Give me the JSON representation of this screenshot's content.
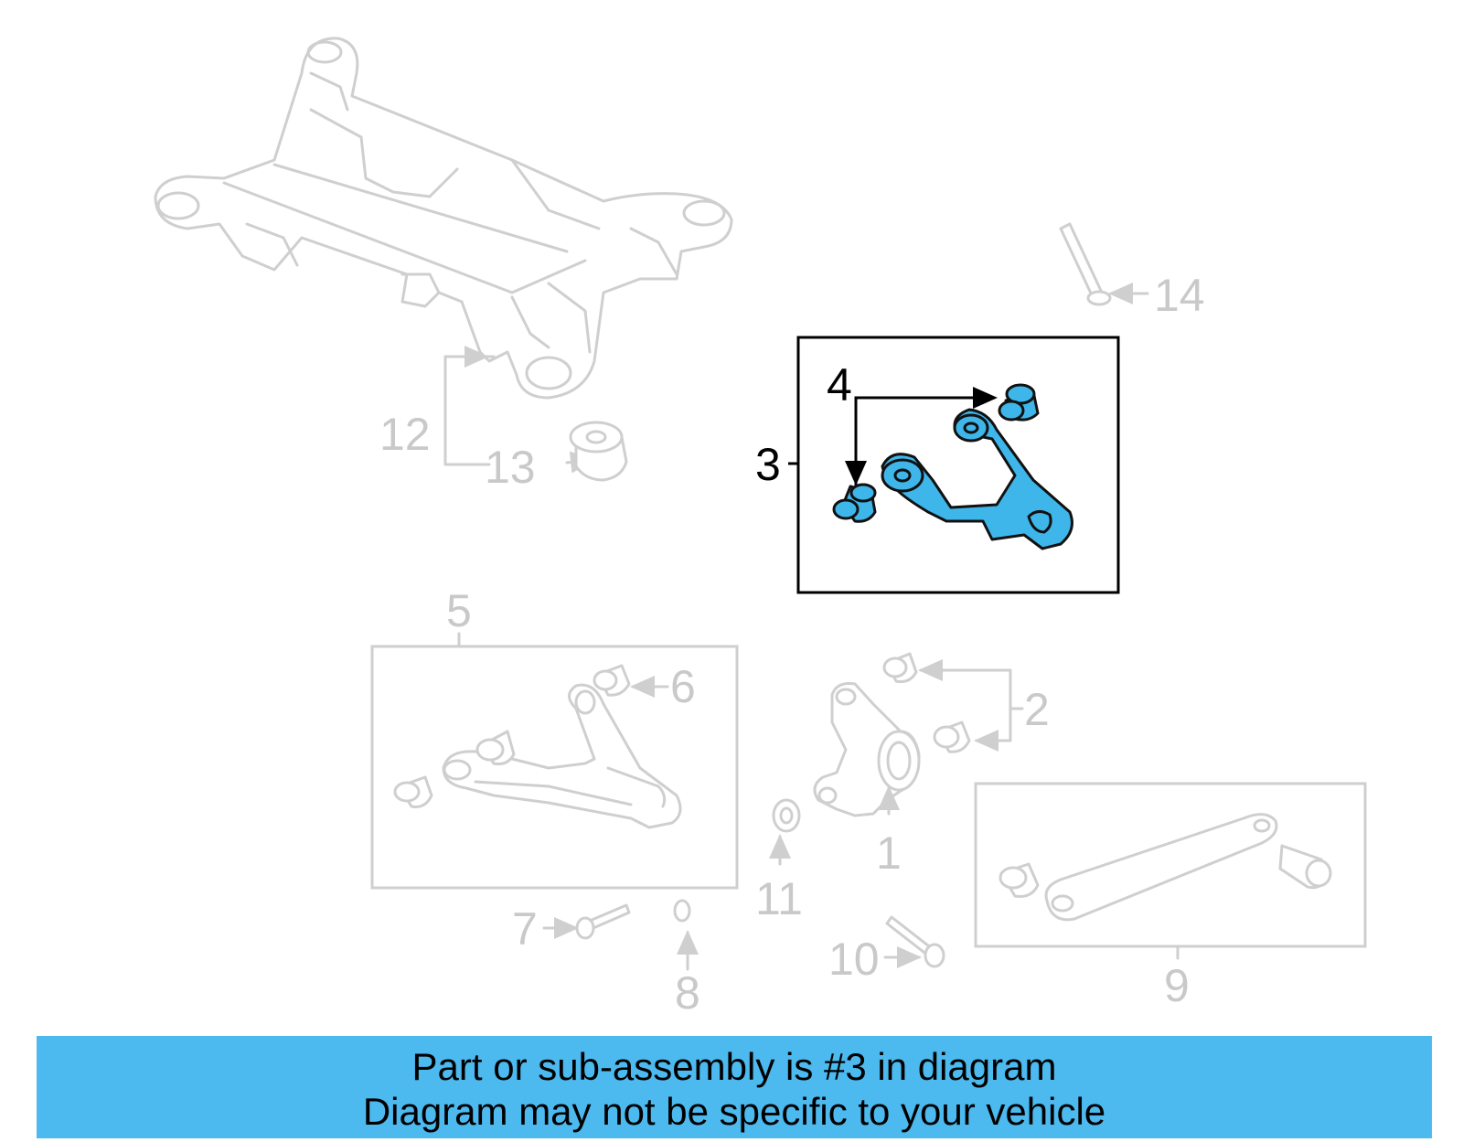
{
  "callouts": {
    "c1": "1",
    "c2": "2",
    "c3": "3",
    "c4": "4",
    "c5": "5",
    "c6": "6",
    "c7": "7",
    "c8": "8",
    "c9": "9",
    "c10": "10",
    "c11": "11",
    "c12": "12",
    "c13": "13",
    "c14": "14"
  },
  "colors": {
    "highlight_part": "#3fb6ea",
    "banner_background": "#4cb9ef",
    "inactive_line": "#cfcfcf"
  },
  "highlighted_callout": "3",
  "banner": {
    "line1": "Part or sub-assembly is #3 in diagram",
    "line2": "Diagram may not be specific to your vehicle"
  }
}
